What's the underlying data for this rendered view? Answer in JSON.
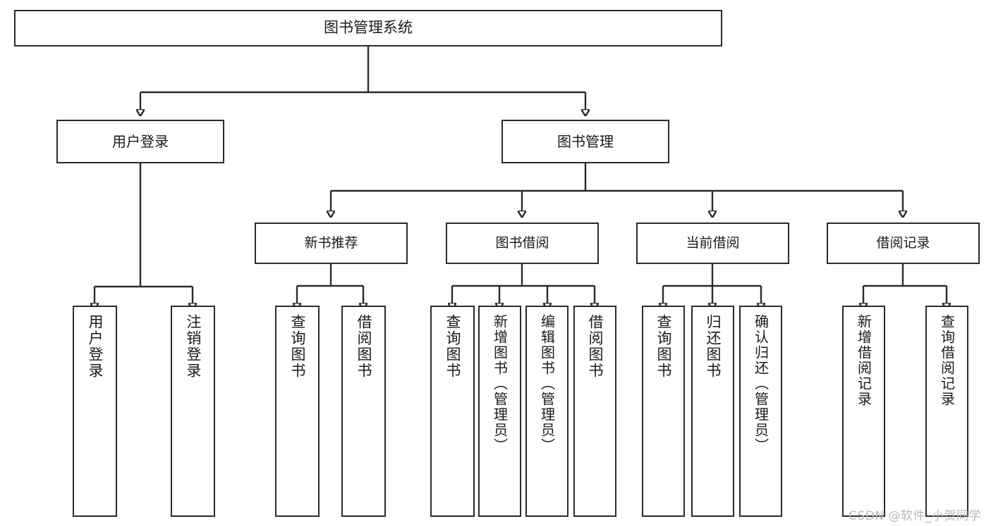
{
  "diagram": {
    "title": "图书管理系统",
    "type": "tree",
    "root": {
      "label": "图书管理系统"
    },
    "level1": [
      {
        "label": "用户登录"
      },
      {
        "label": "图书管理"
      }
    ],
    "level2": [
      {
        "label": "新书推荐"
      },
      {
        "label": "图书借阅"
      },
      {
        "label": "当前借阅"
      },
      {
        "label": "借阅记录"
      }
    ],
    "leaves": {
      "user_login": [
        {
          "label": "用户登录"
        },
        {
          "label": "注销登录"
        }
      ],
      "new_book_recommend": [
        {
          "label": "查询图书"
        },
        {
          "label": "借阅图书"
        }
      ],
      "book_borrow": [
        {
          "label": "查询图书"
        },
        {
          "label": "新增图书（管理员）"
        },
        {
          "label": "编辑图书（管理员）"
        },
        {
          "label": "借阅图书"
        }
      ],
      "current_borrow": [
        {
          "label": "查询图书"
        },
        {
          "label": "归还图书"
        },
        {
          "label": "确认归还（管理员）"
        }
      ],
      "borrow_record": [
        {
          "label": "新增借阅记录"
        },
        {
          "label": "查询借阅记录"
        }
      ]
    }
  },
  "watermark": {
    "text": "CSDN @软件_小贺同学"
  },
  "colors": {
    "border": "#2b2b2b",
    "background": "#ffffff",
    "text": "#1a1a1a",
    "watermark": "#b9b9b9"
  }
}
